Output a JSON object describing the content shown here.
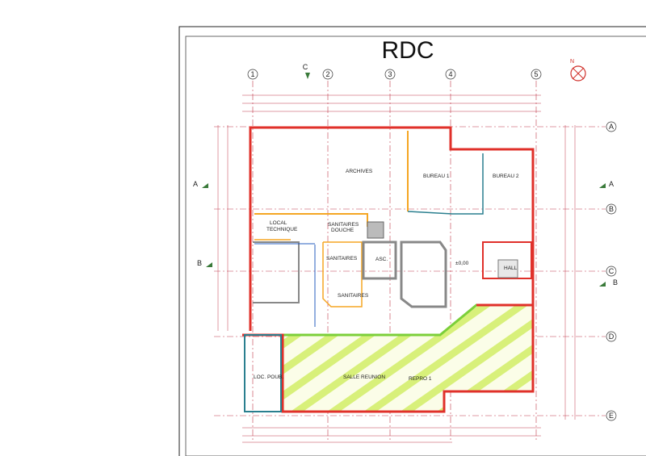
{
  "title": "RDC",
  "colors": {
    "wall_red": "#e0302a",
    "wall_blue": "#2a7f8f",
    "orange": "#f5a623",
    "green": "#7ccf3a",
    "hatch": "#d8f07a",
    "grid": "#c0394a"
  },
  "grid_columns": [
    "1",
    "2",
    "3",
    "4",
    "5"
  ],
  "grid_rows": [
    "A",
    "B",
    "C",
    "D",
    "E"
  ],
  "section_marks": {
    "a": "A",
    "b": "B",
    "c": "C"
  },
  "north_label": "N",
  "rooms": {
    "archives": "ARCHIVES",
    "bureau1": "BUREAU 1",
    "bureau2": "BUREAU 2",
    "local_technique_1": "LOCAL",
    "local_technique_2": "TECHNIQUE",
    "sanitaires_douche_1": "SANITAIRES",
    "sanitaires_douche_2": "DOUCHE",
    "sanitaires_hommes": "SANITAIRES",
    "asc": "ASC.",
    "sanitaires_femmes": "SANITAIRES",
    "hall": "HALL",
    "local_poub": "LOC. POUB.",
    "salle_reunion": "SALLE REUNION",
    "repro1": "REPRO 1"
  },
  "level_marks": [
    "±0,00"
  ]
}
